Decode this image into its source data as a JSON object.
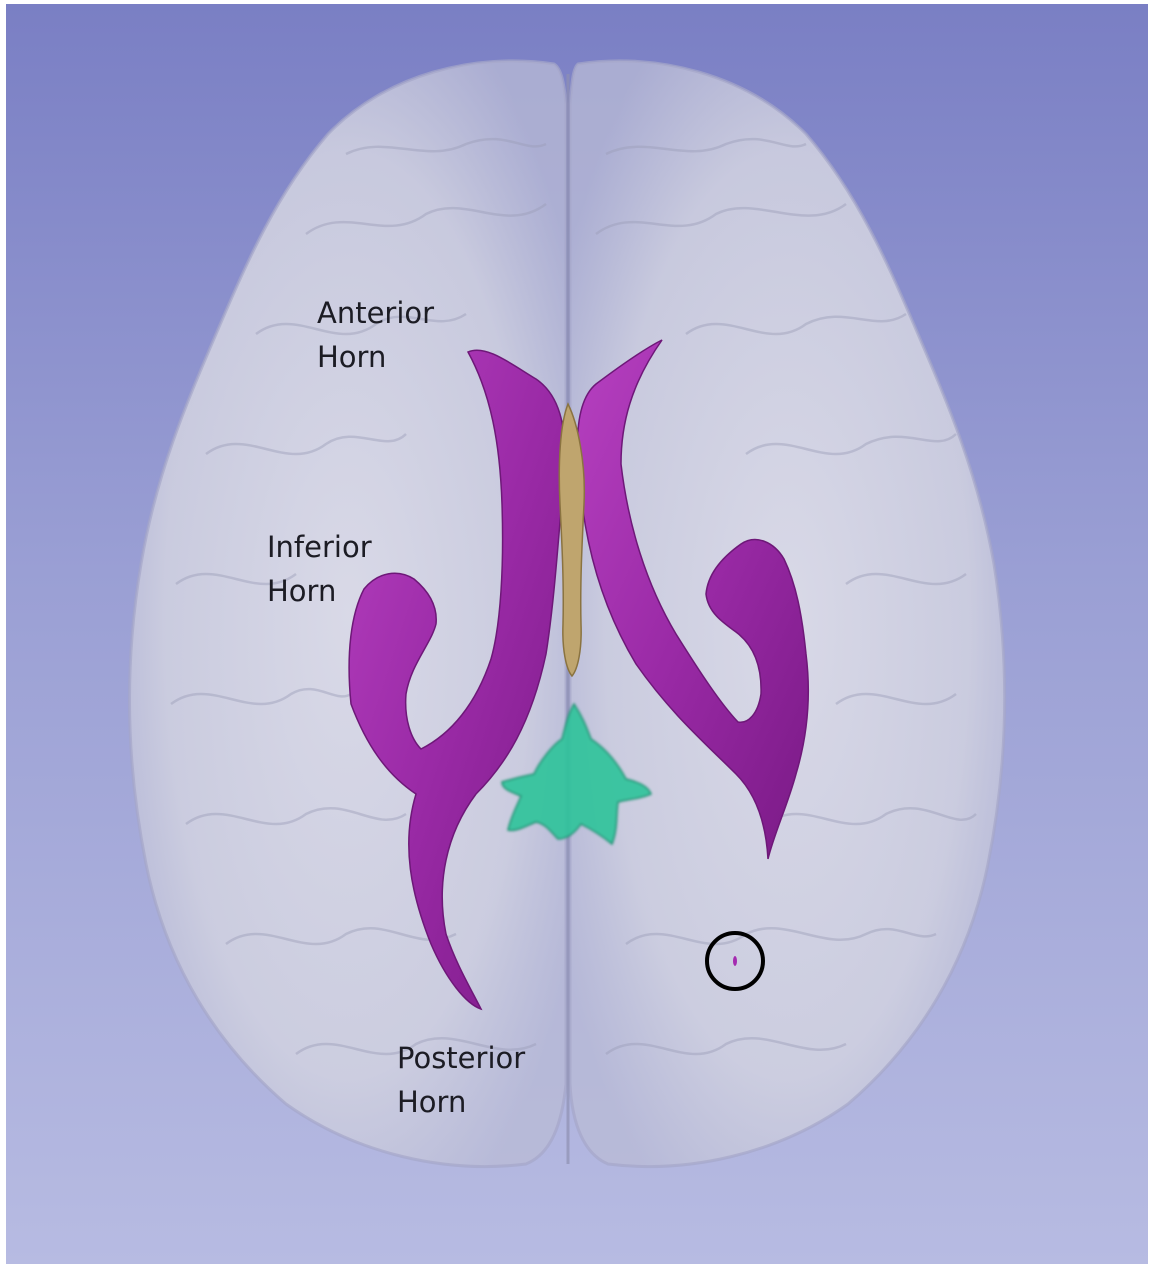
{
  "labels": {
    "anterior_horn": {
      "line1": "Anterior",
      "line2": "Horn"
    },
    "inferior_horn": {
      "line1": "Inferior",
      "line2": "Horn"
    },
    "posterior_horn": {
      "line1": "Posterior",
      "line2": "Horn"
    }
  },
  "colors": {
    "background_top": "#7a7fc4",
    "background_bottom": "#b7bbe2",
    "brain": "#d9d9e6",
    "ventricles": "#a42ab0",
    "third_ventricle": "#bfa56e",
    "fourth_ventricle": "#2fc39a",
    "marker_circle": "#000000"
  }
}
